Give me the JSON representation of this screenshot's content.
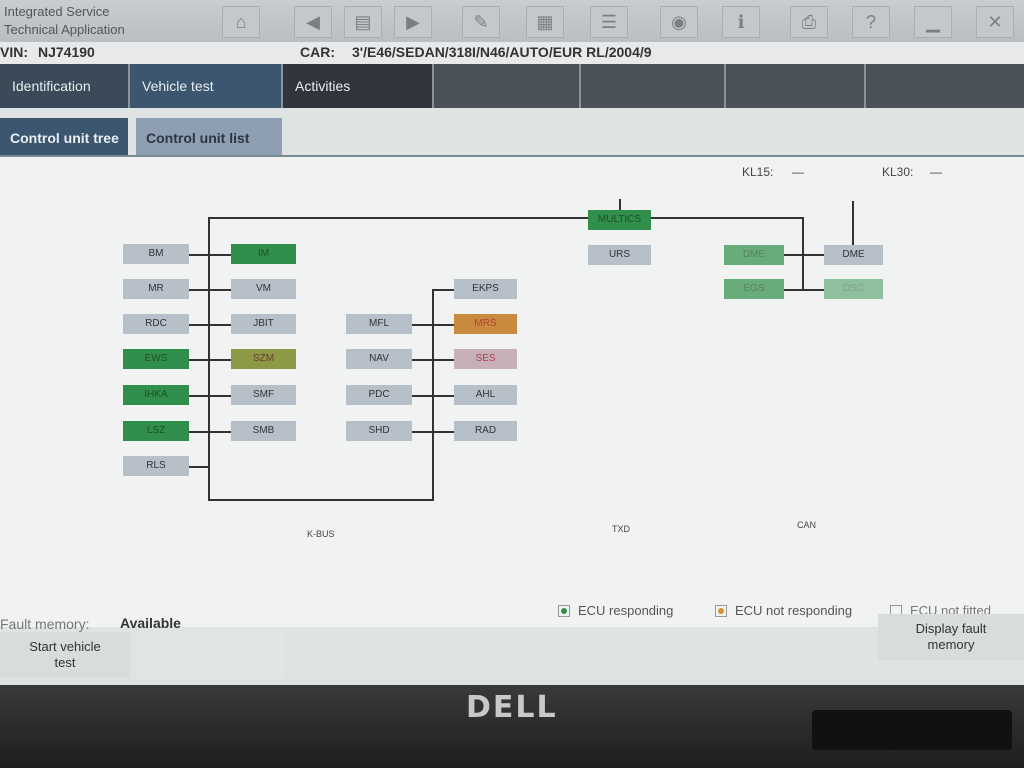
{
  "app": {
    "title_line1": "Integrated Service",
    "title_line2": "Technical Application"
  },
  "vehicle": {
    "vin_label": "VIN:",
    "vin": "NJ74190",
    "car_label": "CAR:",
    "car": "3'/E46/SEDAN/318I/N46/AUTO/EUR RL/2004/9"
  },
  "nav": {
    "tabs": [
      "Identification",
      "Vehicle test",
      "Activities",
      "",
      "",
      "",
      ""
    ]
  },
  "subnav": {
    "tabs": [
      "Control unit tree",
      "Control unit list"
    ]
  },
  "terminals": {
    "kl15_label": "KL15:",
    "kl15_value": "—",
    "kl30_label": "KL30:",
    "kl30_value": "—"
  },
  "ecus": {
    "bm": "BM",
    "mr": "MR",
    "rdc": "RDC",
    "ews": "EWS",
    "ihka": "IHKA",
    "lsz": "LSZ",
    "rls": "RLS",
    "im": "IM",
    "vm": "VM",
    "jbit": "JBIT",
    "szm": "SZM",
    "smf": "SMF",
    "smb": "SMB",
    "mfl": "MFL",
    "nav": "NAV",
    "pdc": "PDC",
    "shd": "SHD",
    "ekps": "EKPS",
    "mrs": "MRS",
    "ses": "SES",
    "ahl": "AHL",
    "rad": "RAD",
    "multics": "MULTICS",
    "urs": "URS",
    "dme_a": "DME",
    "dme_b": "DME",
    "egs": "EGS",
    "dsc": "DSC"
  },
  "buses": {
    "kbus": "K-BUS",
    "txd": "TXD",
    "can": "CAN"
  },
  "legend": {
    "responding": "ECU responding",
    "not_responding": "ECU not responding",
    "not_fitted": "ECU not fitted"
  },
  "footer": {
    "fault_memory_label": "Fault memory:",
    "fault_memory_value": "Available",
    "start_test_line1": "Start vehicle",
    "start_test_line2": "test",
    "display_fault_line1": "Display fault",
    "display_fault_line2": "memory"
  },
  "brand": {
    "logo": "DELL"
  },
  "colors": {
    "responding": "#2f8f4b",
    "not_responding": "#c98a40",
    "nav_bg": "#3a3f46",
    "nav_active": "#3c5670"
  }
}
